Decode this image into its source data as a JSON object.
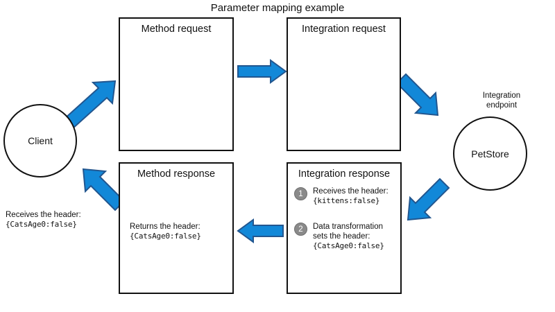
{
  "diagram": {
    "title": "Parameter mapping example",
    "colors": {
      "arrow_fill": "#1288d8",
      "arrow_stroke": "#22568f",
      "box_stroke": "#111111",
      "badge_fill": "#8a8a8a",
      "background": "#ffffff"
    },
    "nodes": {
      "client": {
        "label": "Client"
      },
      "method_request": {
        "title": "Method request"
      },
      "integration_request": {
        "title": "Integration request"
      },
      "endpoint": {
        "caption_line1": "Integration",
        "caption_line2": "endpoint",
        "label": "PetStore"
      },
      "integration_response": {
        "title": "Integration response",
        "steps": [
          {
            "number": "1",
            "line1": "Receives the header:",
            "value": "{kittens:false}"
          },
          {
            "number": "2",
            "line1": "Data transformation",
            "line2": "sets the header:",
            "value": "{CatsAge0:false}"
          }
        ]
      },
      "method_response": {
        "title": "Method response",
        "line1": "Returns the header:",
        "value": "{CatsAge0:false}"
      },
      "client_note": {
        "line1": "Receives the header:",
        "value": "{CatsAge0:false}"
      }
    },
    "arrows": [
      {
        "name": "client-to-method-request",
        "direction": "up-right"
      },
      {
        "name": "method-request-to-integration-request",
        "direction": "right"
      },
      {
        "name": "integration-request-to-endpoint",
        "direction": "down-right"
      },
      {
        "name": "endpoint-to-integration-response",
        "direction": "down-left"
      },
      {
        "name": "integration-response-to-method-response",
        "direction": "left"
      },
      {
        "name": "method-response-to-client",
        "direction": "up-left"
      }
    ]
  }
}
